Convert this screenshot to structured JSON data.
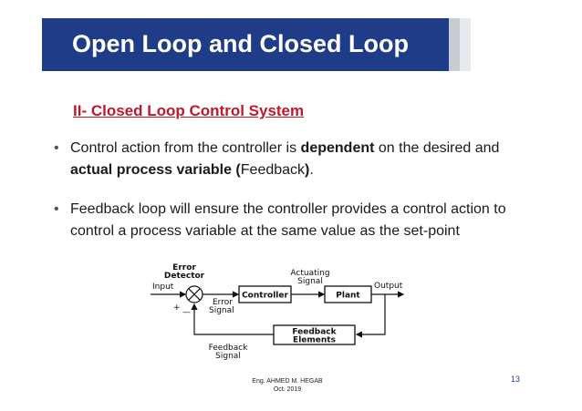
{
  "title": "Open Loop and Closed Loop",
  "subtitle": "II- Closed Loop Control System",
  "bullet_symbol": "•",
  "bullets": [
    {
      "part1": "Control action from the controller is ",
      "bold1": "dependent",
      "part2": " on the desired and",
      "bold2": "actual process variable (",
      "part3": "Feedback",
      "bold3": ")",
      "part4": "."
    },
    {
      "text": " Feedback loop will ensure the controller provides a control action to control a process variable at the same value as the set-point"
    }
  ],
  "diagram": {
    "error_detector_line1": "Error",
    "error_detector_line2": "Detector",
    "input": "Input",
    "plus": "+",
    "minus": "—",
    "error_signal_line1": "Error",
    "error_signal_line2": "Signal",
    "controller": "Controller",
    "actuating_signal_line1": "Actuating",
    "actuating_signal_line2": "Signal",
    "plant": "Plant",
    "output": "Output",
    "feedback_elements_line1": "Feedback",
    "feedback_elements_line2": "Elements",
    "feedback_signal_line1": "Feedback",
    "feedback_signal_line2": "Signal"
  },
  "footer": {
    "author": "Eng. AHMED M. HEGAB",
    "date": "Oct.  2019"
  },
  "page_number": "13",
  "colors": {
    "title_bar": "#1f3c88",
    "subtitle": "#c0182b"
  }
}
